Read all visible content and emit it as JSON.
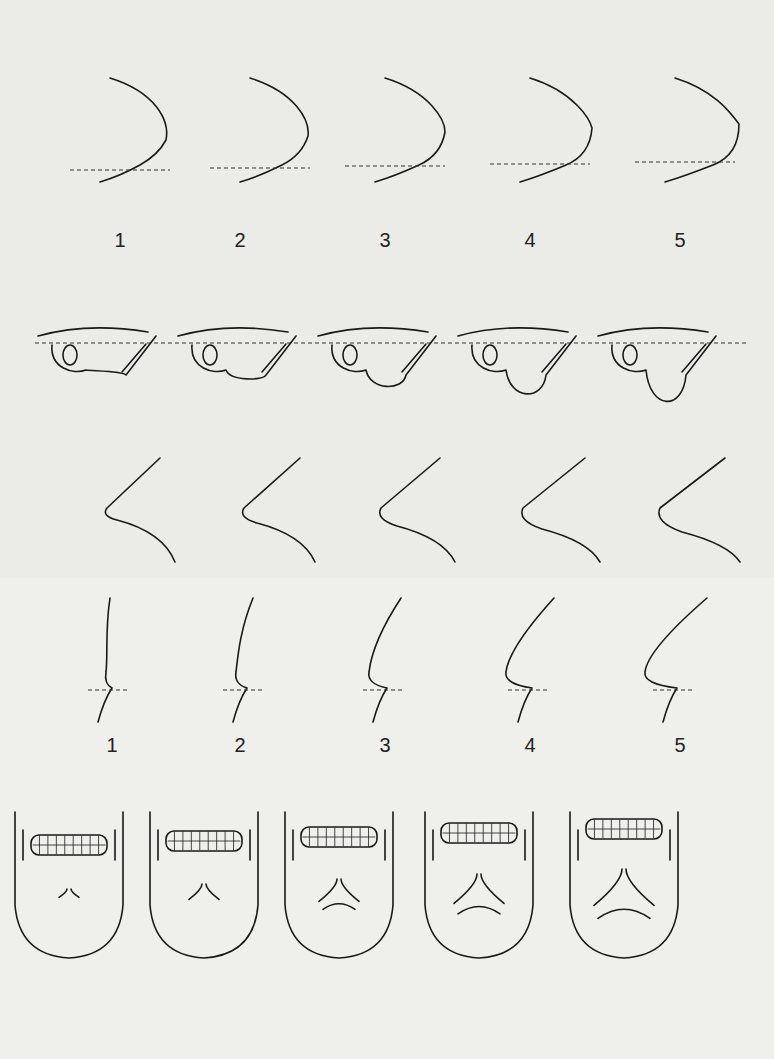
{
  "diagram": {
    "labels": [
      "1",
      "2",
      "3",
      "4",
      "5",
      "1",
      "2",
      "3",
      "4",
      "5"
    ]
  }
}
